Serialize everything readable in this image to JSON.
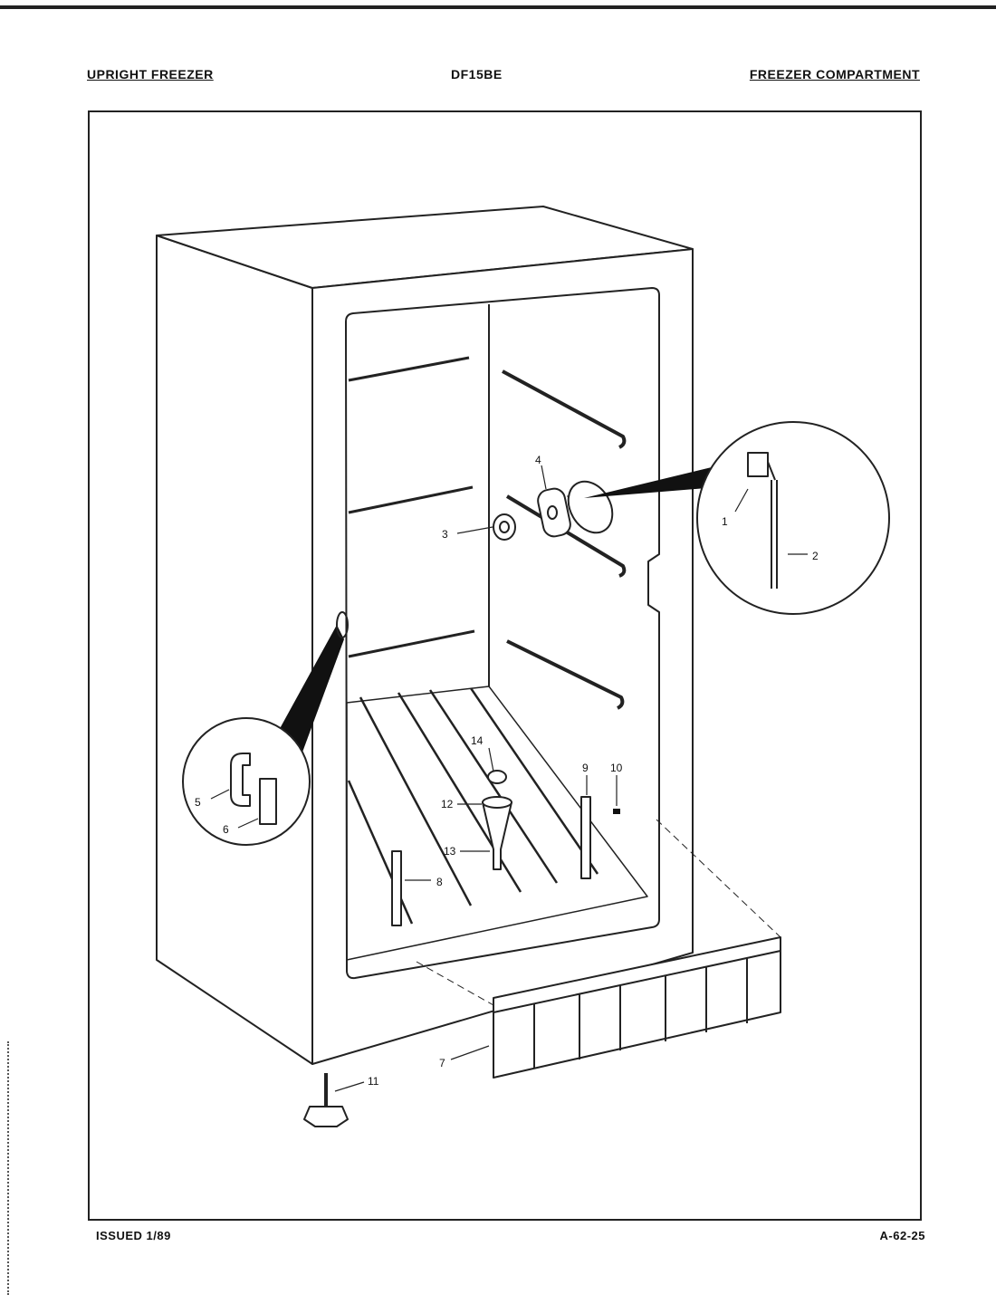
{
  "header": {
    "left": "UPRIGHT FREEZER",
    "center": "DF15BE",
    "right": "FREEZER COMPARTMENT"
  },
  "footer": {
    "left": "ISSUED 1/89",
    "right": "A-62-25"
  },
  "callouts": {
    "c1": "1",
    "c2": "2",
    "c3": "3",
    "c4": "4",
    "c5": "5",
    "c6": "6",
    "c7": "7",
    "c8": "8",
    "c9": "9",
    "c10": "10",
    "c11": "11",
    "c12": "12",
    "c13": "13",
    "c14": "14"
  }
}
